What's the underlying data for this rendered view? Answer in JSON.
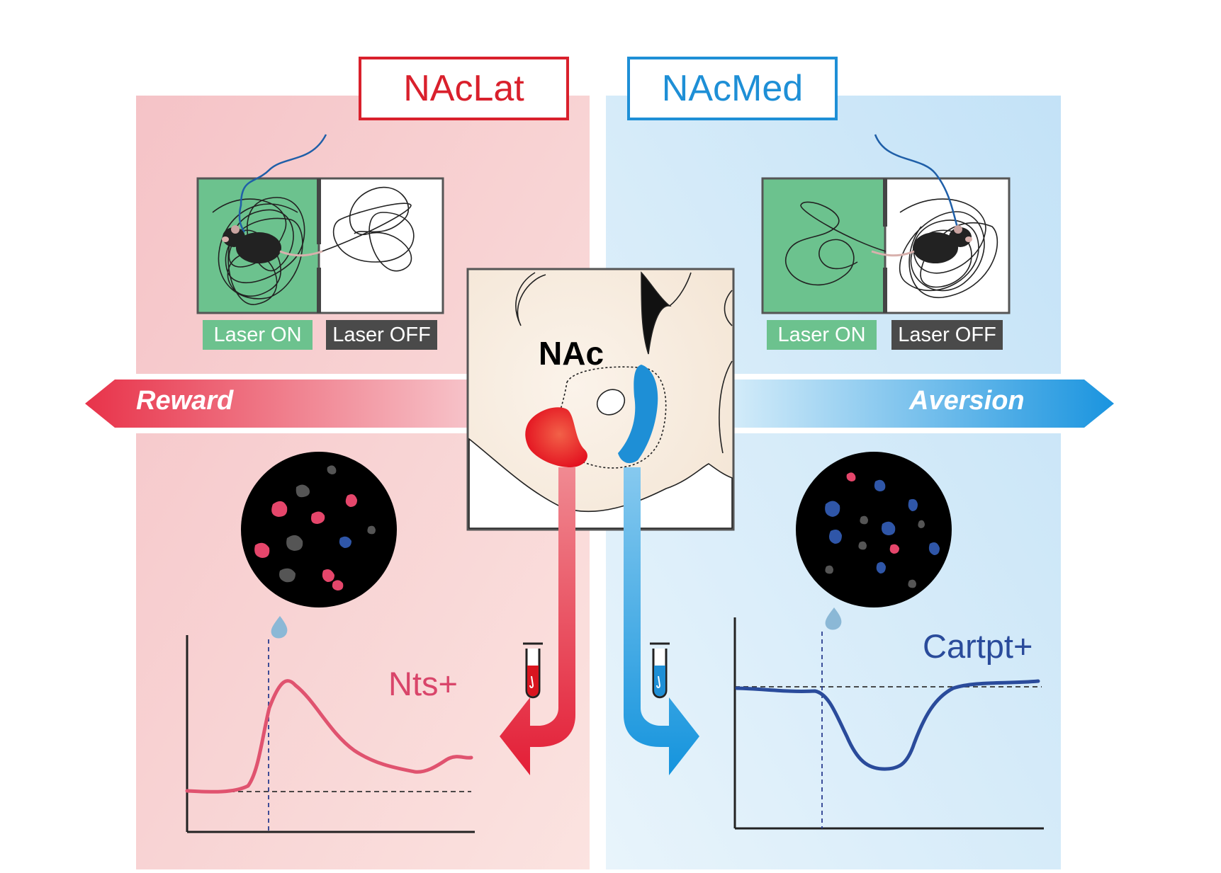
{
  "regions": {
    "lateral": {
      "label": "NAcLat",
      "color": "#d9202c"
    },
    "medial": {
      "label": "NAcMed",
      "color": "#1e8fd6"
    }
  },
  "center": {
    "label": "NAc"
  },
  "arrows": {
    "left_label": "Reward",
    "right_label": "Aversion"
  },
  "chambers": {
    "left": {
      "on_label": "Laser ON",
      "off_label": "Laser OFF"
    },
    "right": {
      "on_label": "Laser ON",
      "off_label": "Laser OFF"
    }
  },
  "markers": {
    "left": {
      "label": "Nts+",
      "color": "#d9456a"
    },
    "right": {
      "label": "Cartpt+",
      "color": "#2a4b9b"
    }
  },
  "colors": {
    "left_panel": "#f6c9cc",
    "right_panel": "#c7e3f6",
    "laser_on": "#6cc28e",
    "laser_off": "#4a4a4a",
    "cell_red": "#e5466b",
    "cell_blue": "#2f56a8",
    "cell_gray": "#555555"
  }
}
